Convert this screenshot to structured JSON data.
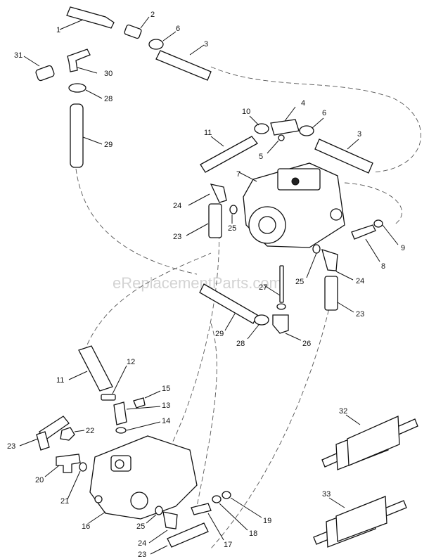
{
  "watermark": "eReplacementParts.com",
  "labels": {
    "l1": "1",
    "l2": "2",
    "l3a": "3",
    "l3b": "3",
    "l4": "4",
    "l5": "5",
    "l6a": "6",
    "l6b": "6",
    "l7": "7",
    "l8": "8",
    "l9": "9",
    "l10": "10",
    "l11a": "11",
    "l11b": "11",
    "l12": "12",
    "l13": "13",
    "l14": "14",
    "l15": "15",
    "l16": "16",
    "l17": "17",
    "l18": "18",
    "l19": "19",
    "l20": "20",
    "l21": "21",
    "l22": "22",
    "l23a": "23",
    "l23b": "23",
    "l23c": "23",
    "l23d": "23",
    "l24a": "24",
    "l24b": "24",
    "l24c": "24",
    "l25a": "25",
    "l25b": "25",
    "l25c": "25",
    "l26": "26",
    "l27": "27",
    "l28a": "28",
    "l28b": "28",
    "l29a": "29",
    "l29b": "29",
    "l30": "30",
    "l31": "31",
    "l32": "32",
    "l33": "33"
  }
}
